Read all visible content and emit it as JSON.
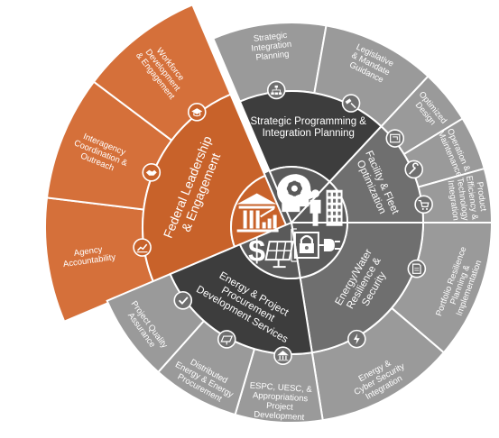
{
  "colors": {
    "orange": "#c8622a",
    "orange_light": "#d5703a",
    "gray_light": "#9a9a9a",
    "gray_mid": "#6f6f6f",
    "gray_dark": "#3d3d3d",
    "gray_center": "#5a5a5a",
    "divider": "#ffffff"
  },
  "segments": [
    {
      "id": "federal",
      "label_lines": [
        "Federal Leadership",
        "& Engagement"
      ],
      "center_icon": "building-chart-icon",
      "outer_items": [
        {
          "lines": [
            "Agency",
            "Accountability"
          ],
          "icon": "chart-icon"
        },
        {
          "lines": [
            "Interagency",
            "Coordination &",
            "Outreach"
          ],
          "icon": "handshake-icon"
        },
        {
          "lines": [
            "Workforce",
            "Development",
            "& Engagement"
          ],
          "icon": "graduation-cap-icon"
        }
      ]
    },
    {
      "id": "strategic",
      "label_lines": [
        "Strategic Programming &",
        "Integration Planning"
      ],
      "center_icon": "head-gear-icon",
      "outer_items": [
        {
          "lines": [
            "Strategic",
            "Integration",
            "Planning"
          ],
          "icon": "org-chart-icon"
        },
        {
          "lines": [
            "Legislative",
            "& Mandate",
            "Guidance"
          ],
          "icon": "gavel-icon"
        }
      ]
    },
    {
      "id": "facility",
      "label_lines": [
        "Facility & Fleet",
        "Optimization"
      ],
      "center_icon": "person-building-icon",
      "outer_items": [
        {
          "lines": [
            "Optimized",
            "Design"
          ],
          "icon": "blueprint-icon"
        },
        {
          "lines": [
            "Operation &",
            "Maintenance"
          ],
          "icon": "wrench-icon"
        },
        {
          "lines": [
            "Product",
            "Efficiency &",
            "Technology",
            "Integration"
          ],
          "icon": "cart-icon"
        }
      ]
    },
    {
      "id": "resilience",
      "label_lines": [
        "Energy/Water",
        "Resilience &",
        "Security"
      ],
      "center_icon": "lock-plug-icon",
      "outer_items": [
        {
          "lines": [
            "Portfolio Resilience",
            "Planning &",
            "Implementation"
          ],
          "icon": "document-icon"
        },
        {
          "lines": [
            "Energy &",
            "Cyber Security",
            "Integration"
          ],
          "icon": "lightning-icon"
        }
      ]
    },
    {
      "id": "procurement",
      "label_lines": [
        "Energy & Project",
        "Procurement",
        "Development Services"
      ],
      "center_icon": "dollar-solar-icon",
      "outer_items": [
        {
          "lines": [
            "ESPC, UESC, &",
            "Appropriations",
            "Project",
            "Development"
          ],
          "icon": "building-icon"
        },
        {
          "lines": [
            "Distributed",
            "Energy & Energy",
            "Procurement"
          ],
          "icon": "solar-panel-icon"
        },
        {
          "lines": [
            "Project Quality",
            "Assurance"
          ],
          "icon": "checkmark-icon"
        }
      ]
    }
  ]
}
